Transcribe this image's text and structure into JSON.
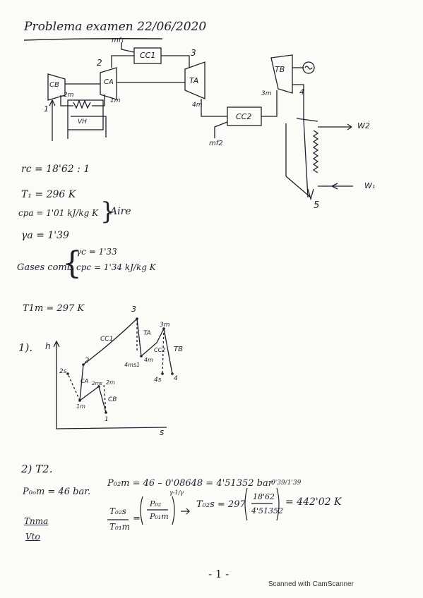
{
  "title": "Problema examen 22/06/2020",
  "schematic": {
    "mf1": "mf₁",
    "mf2": "mf2",
    "cc1": "CC1",
    "cc2": "CC2",
    "cb": "CB",
    "ca": "CA",
    "ta": "TA",
    "tb": "TB",
    "vh": "VH",
    "p1": "1",
    "p2": "2",
    "p3": "3",
    "p4": "4",
    "p5": "5",
    "p2m": "2m",
    "p1m": "1m",
    "p3m": "3m",
    "p4m": "4m",
    "w1": "W₁",
    "w2": "W2"
  },
  "data_lines": {
    "rc": "rc = 18'62 : 1",
    "t1": "T₁ = 296 K",
    "cpa": "cpa = 1'01 kJ/kg K",
    "aire": "Aire",
    "gamma": "γa = 1'39",
    "gases": "Gases comb",
    "gamma_c": "γc = 1'33",
    "cpc": "cpc = 1'34 kJ/kg K",
    "t1m": "T1m = 297 K"
  },
  "hs_diagram": {
    "heading": "1).",
    "h_axis": "h",
    "s_axis": "s",
    "cc1": "CC1",
    "ta": "TA",
    "tb": "TB",
    "cc2": "CC2",
    "ca": "CA",
    "cb": "CB",
    "p3": "3",
    "p3m": "3m",
    "p2": "2",
    "p2s": "2s",
    "p2m": "2m",
    "p2ms": "2ms",
    "p1m": "1m",
    "p1": "1",
    "p4": "4",
    "p4s": "4s",
    "p4m": "4m",
    "p4ms": "4ms1"
  },
  "part2": {
    "heading": "2) T2.",
    "p0m": "P₀ₒm = 46 bar.",
    "p0m_calc": "P₀₂m = 46 – 0'08648 = 4'51352 bar",
    "eq_left_num": "T₀₂s",
    "eq_left_den": "T₀₁m",
    "eq_mid_num": "P₀₂",
    "eq_mid_den": "P₀₁m",
    "eq_mid_exp": "γ-1/γ",
    "eq_result_lhs": "T₀₂s = 297",
    "eq_frac_num": "18'62",
    "eq_frac_den": "4'51352",
    "eq_exp2": "0'39/1'39",
    "eq_result": "= 442'02 K",
    "note1": "Tnma",
    "note2": "Vto"
  },
  "page_number": "- 1 -",
  "footer": "Scanned with CamScanner"
}
